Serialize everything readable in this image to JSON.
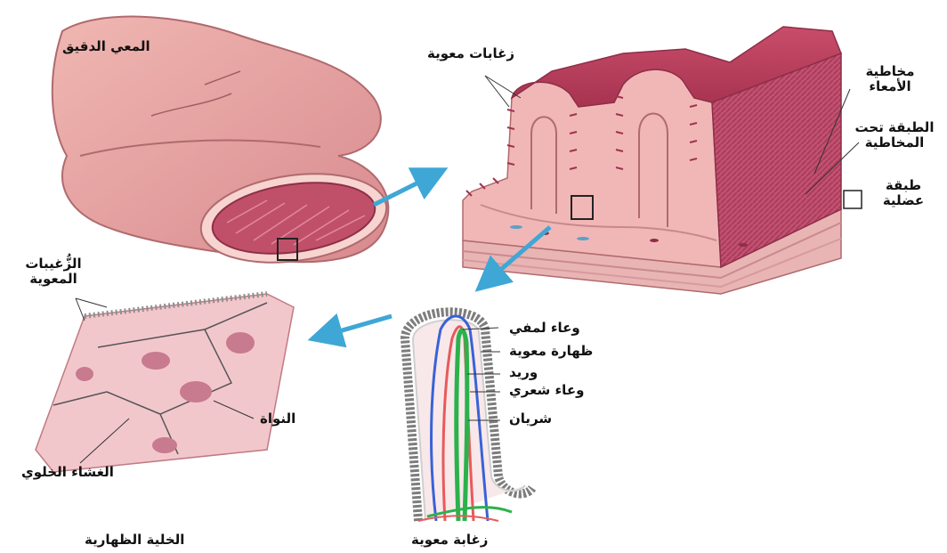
{
  "labels": {
    "small_intestine": "المعي الدقيق",
    "intestinal_villi_top": "زغابات معوية",
    "mucosa_l1": "مخاطية",
    "mucosa_l2": "الأمعاء",
    "submucosa_l1": "الطبقة تحت",
    "submucosa_l2": "المخاطية",
    "muscular_l1": "طبقة",
    "muscular_l2": "عضلية",
    "microvilli_l1": "الزُّغيبات",
    "microvilli_l2": "المعوية",
    "lymph_vessel": "وعاء لمفي",
    "intestinal_epithelium": "ظهارة معوية",
    "vein": "وريد",
    "capillary": "وعاء شعري",
    "artery": "شريان",
    "nucleus": "النواة",
    "cell_membrane": "الغشاء الخلوي",
    "epithelial_cell": "الخلية الظهارية",
    "intestinal_villus": "زغابة معوية"
  },
  "colors": {
    "tissue": "#e8a2a2",
    "tissue_dark": "#b8405a",
    "lumen": "#c05068",
    "arrow": "#3fa7d6",
    "lymph": "#2bb24c",
    "vein": "#3a62d6",
    "artery": "#e85a5a",
    "epithelium": "#7d7d7d"
  }
}
